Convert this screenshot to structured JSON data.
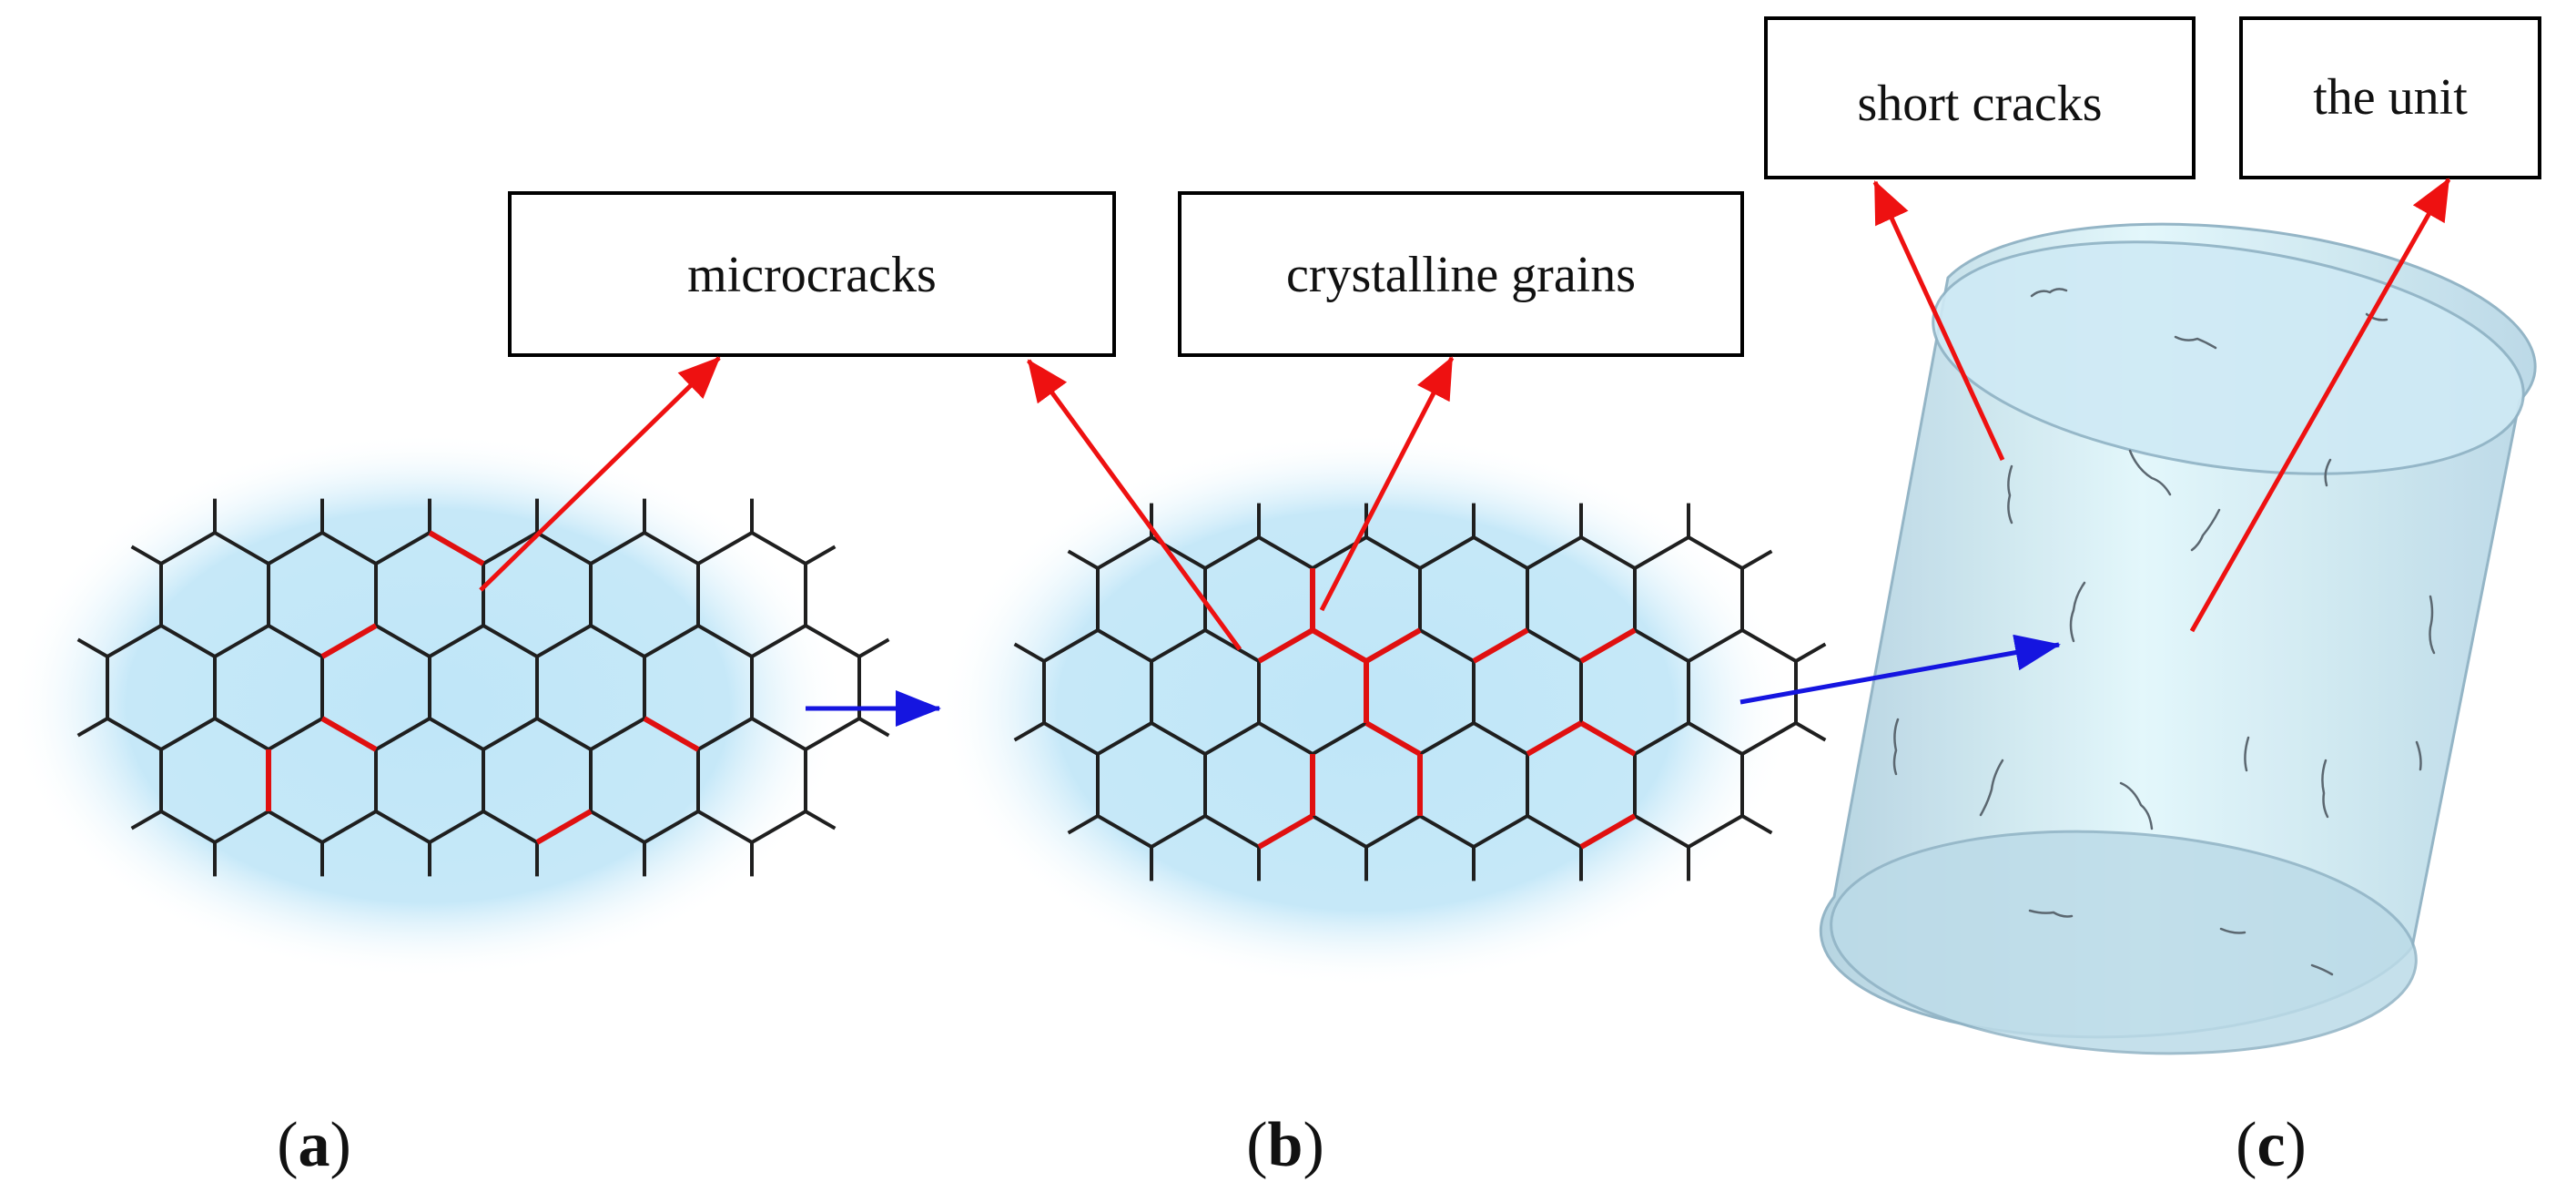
{
  "labels": {
    "microcracks": "microcracks",
    "crystalline_grains": "crystalline grains",
    "short_cracks": "short cracks",
    "the_unit": "the unit"
  },
  "panels": [
    {
      "open": "(",
      "letter": "a",
      "close": ")"
    },
    {
      "open": "(",
      "letter": "b",
      "close": ")"
    },
    {
      "open": "(",
      "letter": "c",
      "close": ")"
    }
  ],
  "colors": {
    "grain_edge": "#1f1f1f",
    "crack": "#e01010",
    "pointer_arrow": "#ee1111",
    "flow_arrow": "#1515e0",
    "glow": "#b9e4f7",
    "cylinder_fill": "#cfeaf5",
    "cylinder_edge": "#8fb2c4",
    "box_border": "#000000"
  }
}
